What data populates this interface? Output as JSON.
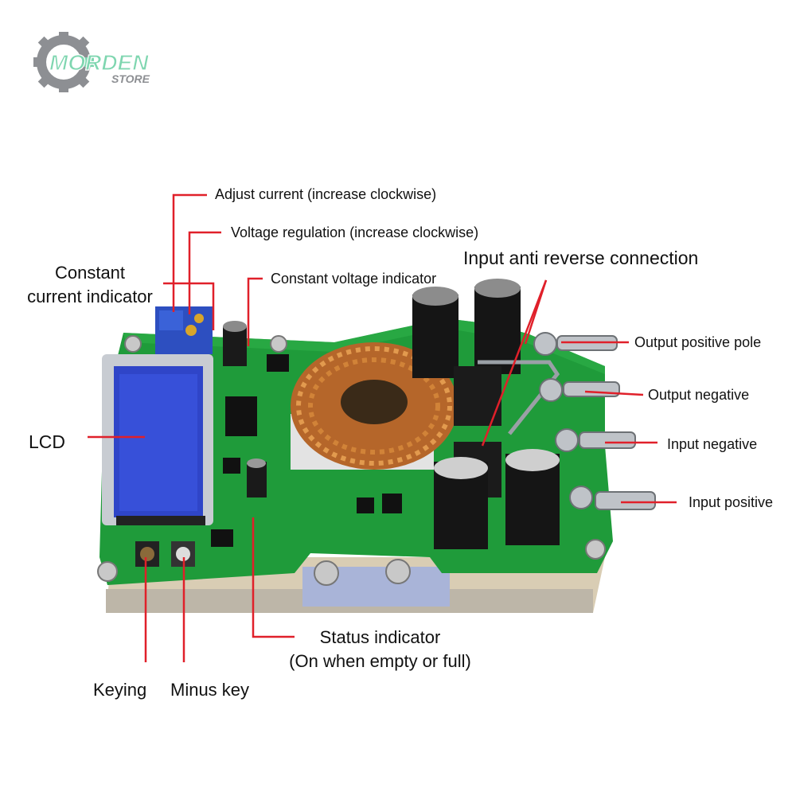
{
  "logo": {
    "brand": "MORDEN",
    "sub": "STORE"
  },
  "colors": {
    "leader_line": "#e0202a",
    "pcb": "#1f9b3a",
    "lcd": "#2f45c8",
    "copper": "#c47a2a",
    "logo_gear": "#8d8f93",
    "logo_text": "#7fd6b0"
  },
  "labels": {
    "adjust_current": "Adjust current (increase clockwise)",
    "voltage_regulation": "Voltage regulation (increase clockwise)",
    "input_anti_reverse": "Input anti reverse connection",
    "constant_current_line1": "Constant",
    "constant_current_line2": "current indicator",
    "constant_voltage": "Constant voltage indicator",
    "output_positive": "Output positive pole",
    "output_negative": "Output negative",
    "input_negative": "Input negative",
    "input_positive": "Input positive",
    "lcd": "LCD",
    "status_line1": "Status indicator",
    "status_line2": "(On when empty or full)",
    "keying": "Keying",
    "minus_key": "Minus key"
  }
}
